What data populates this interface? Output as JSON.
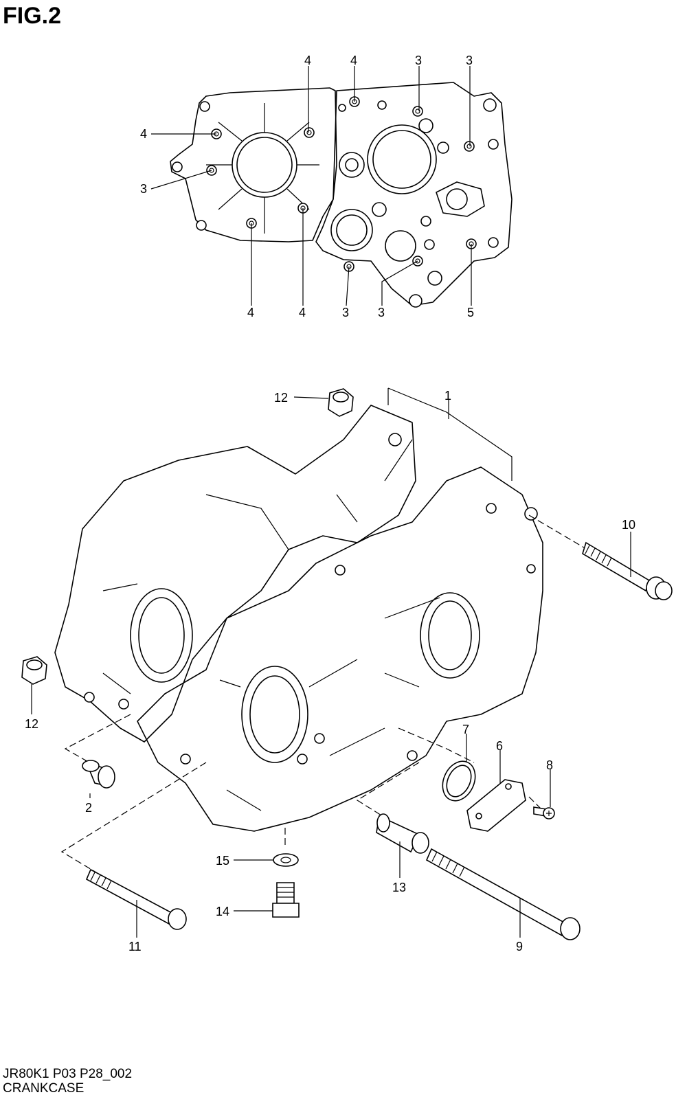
{
  "figure": {
    "title": "FIG.2"
  },
  "footer": {
    "code": "JR80K1 P03 P28_002",
    "name": "CRANKCASE"
  },
  "callouts": {
    "top": [
      "4",
      "4",
      "3",
      "3",
      "4",
      "3",
      "4",
      "4",
      "3",
      "3",
      "5"
    ],
    "main": {
      "c1": "1",
      "c2": "2",
      "c6": "6",
      "c7": "7",
      "c8": "8",
      "c9": "9",
      "c10": "10",
      "c11": "11",
      "c12a": "12",
      "c12b": "12",
      "c13": "13",
      "c14": "14",
      "c15": "15"
    }
  }
}
